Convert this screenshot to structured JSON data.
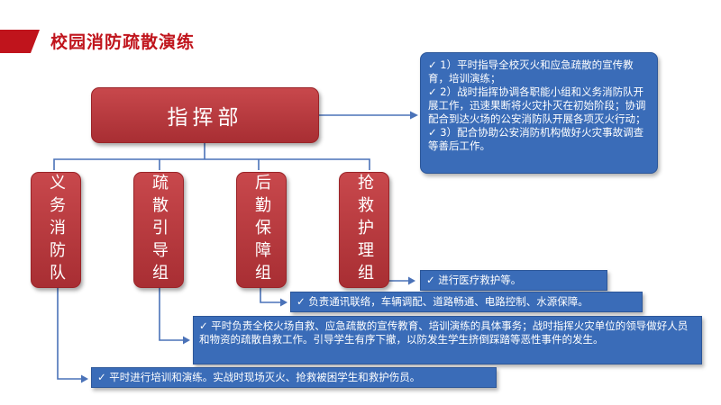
{
  "title": "校园消防疏散演练",
  "colors": {
    "red": "#c0141c",
    "unit_red": "#b33a3e",
    "blue": "#3a6cb8",
    "connector": "#4a72b8"
  },
  "headquarters": "指挥部",
  "hq_duties": [
    "✓ 1）平时指导全校灭火和应急疏散的宣传教育，培训演练；",
    "✓ 2）战时指挥协调各职能小组和义务消防队开展工作，迅速果断将火灾扑灭在初始阶段；协调配合到达火场的公安消防队开展各项灭火行动；",
    "✓ 3）配合协助公安消防机构做好火灾事故调查等善后工作。"
  ],
  "units": [
    "义务消防队",
    "疏散引导组",
    "后勤保障组",
    "抢救护理组"
  ],
  "unit_duties": {
    "rescue": "✓ 进行医疗救护等。",
    "logistics": "✓ 负责通讯联络，车辆调配、道路畅通、电路控制、水源保障。",
    "evacuation": "✓ 平时负责全校火场自救、应急疏散的宣传教育、培训演练的具体事务；战时指挥火灾单位的领导做好人员和物资的疏散自救工作。引导学生有序下撤，以防发生学生挤倒踩踏等恶性事件的发生。",
    "firefighting": "✓ 平时进行培训和演练。实战时现场灭火、抢救被困学生和救护伤员。"
  }
}
